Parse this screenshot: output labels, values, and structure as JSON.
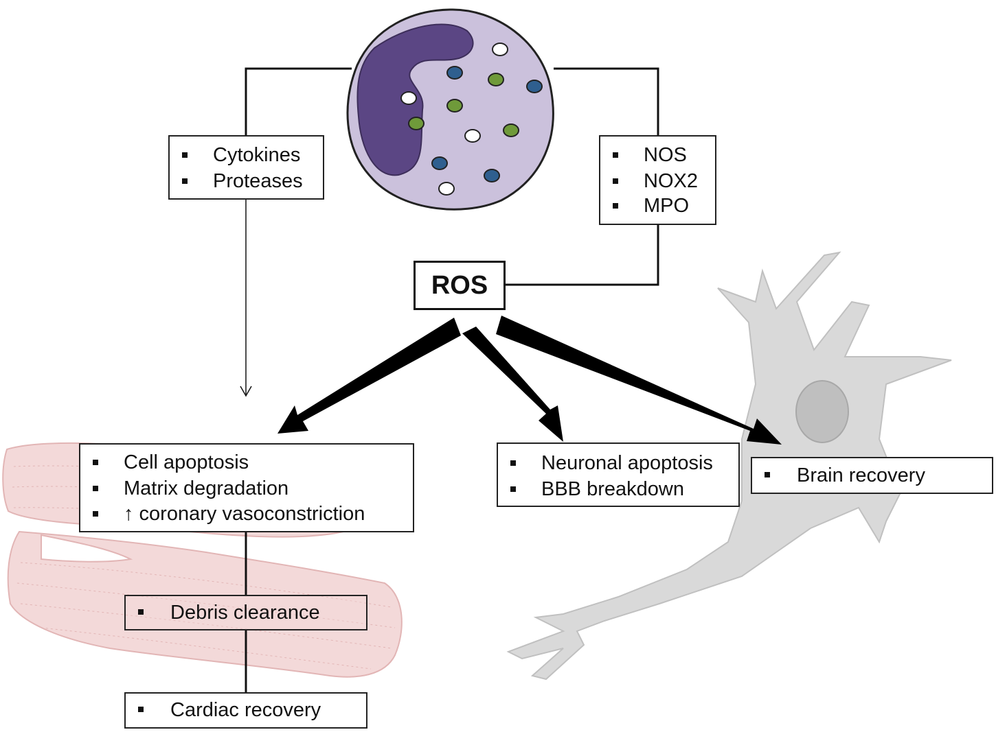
{
  "ros": {
    "label": "ROS"
  },
  "neutrophil_outputs_left": {
    "items": [
      "Cytokines",
      "Proteases"
    ]
  },
  "neutrophil_outputs_right": {
    "items": [
      "NOS",
      "NOX2",
      "MPO"
    ]
  },
  "cardiac_effects": {
    "items": [
      "Cell apoptosis",
      "Matrix degradation",
      "↑ coronary vasoconstriction"
    ]
  },
  "neuronal_effects": {
    "items": [
      "Neuronal apoptosis",
      "BBB breakdown"
    ]
  },
  "brain": {
    "items": [
      "Brain recovery"
    ]
  },
  "debris": {
    "items": [
      "Debris clearance"
    ]
  },
  "cardiac_recovery": {
    "items": [
      "Cardiac recovery"
    ]
  },
  "colors": {
    "cell_body": "#cbc1dc",
    "nucleus": "#5b4684",
    "granule_blue": "#2f5f8f",
    "granule_green": "#6f9a3a",
    "muscle": "#f3d9d9",
    "neuron": "#d9d9d9",
    "neuron_nucleus": "#bfbfbf"
  }
}
